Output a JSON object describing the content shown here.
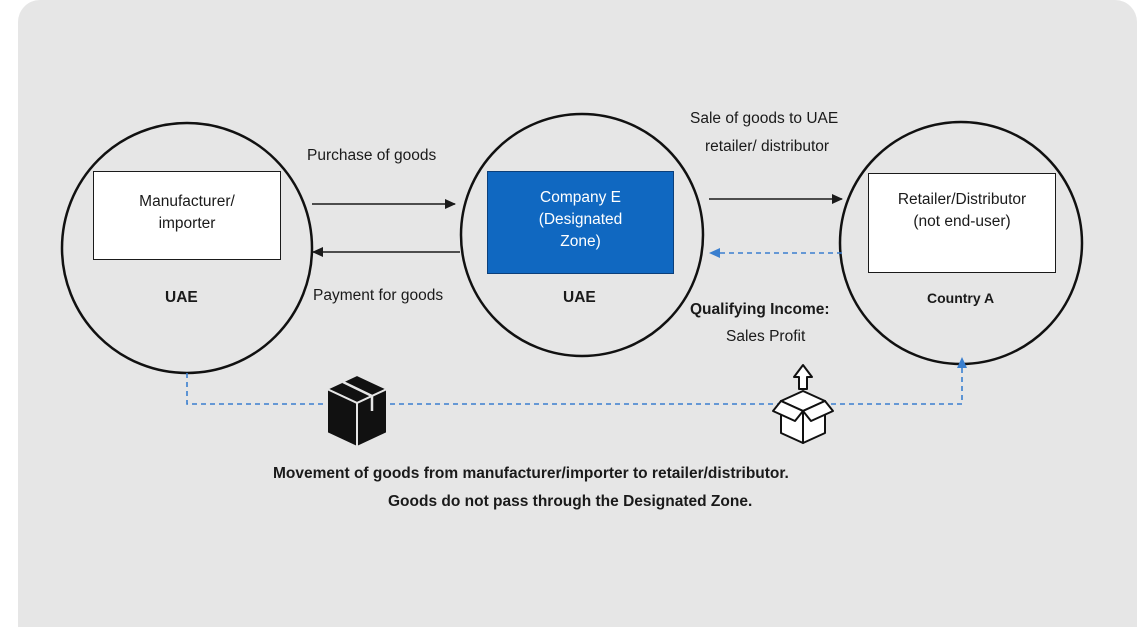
{
  "nodes": {
    "manufacturer": {
      "box_label": "Manufacturer/\nimporter",
      "region": "UAE"
    },
    "company_e": {
      "box_label": "Company E\n(Designated\nZone)",
      "region": "UAE"
    },
    "retailer": {
      "box_label": "Retailer/Distributor\n(not end-user)",
      "region": "Country A"
    }
  },
  "edges": {
    "purchase": "Purchase of goods",
    "payment": "Payment for goods",
    "sale_line1": "Sale of goods to UAE",
    "sale_line2": "retailer/ distributor"
  },
  "qualifying": {
    "title": "Qualifying Income:",
    "detail": "Sales Profit"
  },
  "caption": {
    "line1": "Movement of goods from manufacturer/importer to retailer/distributor.",
    "line2": "Goods do not pass through the Designated Zone."
  },
  "icons": {
    "closed_box": "closed-package-icon",
    "open_box": "open-package-icon"
  },
  "colors": {
    "background": "#e6e6e6",
    "designated_zone_box": "#1068c1",
    "dashed_flow": "#3a7fcf"
  }
}
